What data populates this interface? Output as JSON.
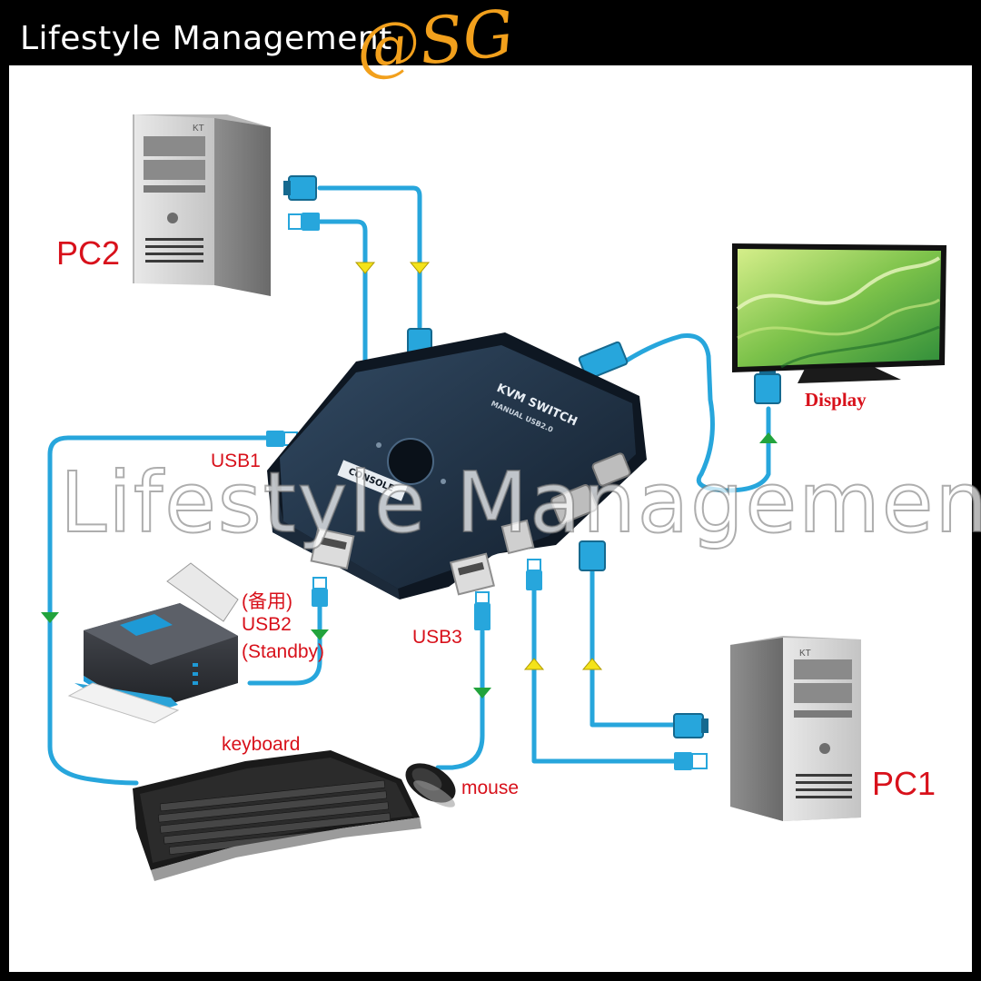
{
  "banner": {
    "title": "Lifestyle Management",
    "tag": "@SG"
  },
  "watermark": "Lifestyle Management",
  "devices": {
    "pc2_label": "PC2",
    "pc1_label": "PC1",
    "pc_brand": "KT",
    "display_label": "Display",
    "kvm_title": "KVM SWITCH",
    "kvm_subtitle": "MANUAL USB2.0",
    "kvm_console": "CONSOLE"
  },
  "ports": {
    "usb1": "USB1",
    "usb2_cn": "(备用)",
    "usb2": "USB2",
    "usb2_standby": "(Standby)",
    "usb3": "USB3",
    "keyboard": "keyboard",
    "mouse": "mouse"
  },
  "colors": {
    "cable": "#27a6dc",
    "label_red": "#d8111b",
    "arrow_yellow": "#f4e31a",
    "arrow_green": "#22a33c",
    "banner_orange": "#f2a01c"
  }
}
